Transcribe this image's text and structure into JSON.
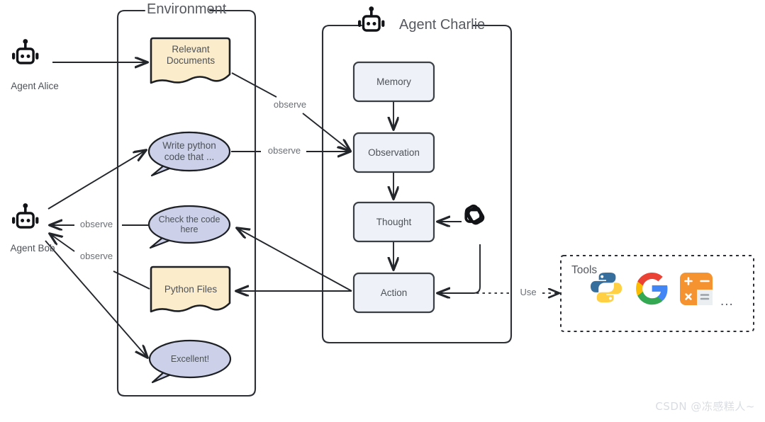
{
  "diagram": {
    "title_env": "Environment",
    "title_agent": "Agent Charlie",
    "watermark": "CSDN @冻感糕人~"
  },
  "agents": [
    {
      "id": "alice",
      "name": "Agent Alice",
      "icon": "robot-icon"
    },
    {
      "id": "bob",
      "name": "Agent Bob",
      "icon": "robot-icon"
    }
  ],
  "environment": {
    "label": "Environment",
    "nodes": [
      {
        "id": "relevant-documents",
        "type": "document",
        "lines": [
          "Relevant",
          "Documents"
        ],
        "fill": "#fbeccb"
      },
      {
        "id": "write-python-code",
        "type": "speech",
        "lines": [
          "Write python",
          "code that ..."
        ],
        "fill": "#ccd0e8"
      },
      {
        "id": "check-the-code",
        "type": "speech",
        "lines": [
          "Check the code",
          "here"
        ],
        "fill": "#ccd0e8"
      },
      {
        "id": "python-files",
        "type": "document",
        "lines": [
          "Python Files"
        ],
        "fill": "#fbeccb"
      },
      {
        "id": "excellent",
        "type": "speech",
        "lines": [
          "Excellent!"
        ],
        "fill": "#ccd0e8"
      }
    ]
  },
  "agent_charlie": {
    "label": "Agent Charlie",
    "steps": [
      {
        "id": "memory",
        "label": "Memory"
      },
      {
        "id": "observation",
        "label": "Observation"
      },
      {
        "id": "thought",
        "label": "Thought"
      },
      {
        "id": "action",
        "label": "Action"
      }
    ],
    "llm_icon": "openai-logo-icon",
    "box_fill": "#eef1f8",
    "box_stroke": "#3b3f46"
  },
  "tools": {
    "title": "Tools",
    "items": [
      {
        "id": "python",
        "icon": "python-logo-icon"
      },
      {
        "id": "google",
        "icon": "google-logo-icon"
      },
      {
        "id": "calculator",
        "icon": "calculator-icon"
      }
    ],
    "more": "...",
    "use_label": "Use"
  },
  "edges": [
    {
      "id": "alice-to-documents",
      "label": ""
    },
    {
      "id": "documents-to-observation",
      "label": "observe"
    },
    {
      "id": "write-code-to-observation",
      "label": "observe"
    },
    {
      "id": "check-code-to-bob",
      "label": "observe"
    },
    {
      "id": "python-files-to-bob",
      "label": "observe"
    },
    {
      "id": "bob-to-write-code",
      "label": ""
    },
    {
      "id": "bob-to-excellent",
      "label": ""
    },
    {
      "id": "action-to-check-code",
      "label": ""
    },
    {
      "id": "action-to-python-files",
      "label": ""
    },
    {
      "id": "llm-to-thought",
      "label": ""
    },
    {
      "id": "action-to-tools",
      "label": "Use"
    }
  ],
  "colors": {
    "stroke": "#23262b",
    "doc_fill": "#fbeccb",
    "speech_fill": "#ccd0e8",
    "step_fill": "#eef1f8",
    "python_blue": "#366f9d",
    "python_yellow": "#ffd043",
    "google_blue": "#4285f4",
    "google_red": "#ea4335",
    "google_yellow": "#fbbc05",
    "google_green": "#34a853",
    "calc_orange": "#f59331"
  }
}
